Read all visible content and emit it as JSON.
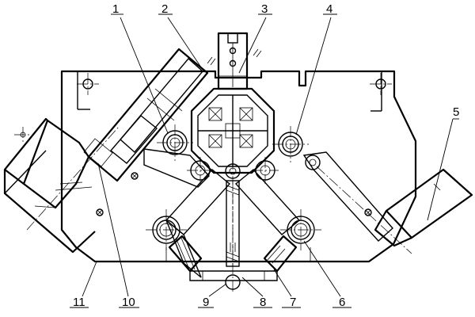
{
  "callouts": [
    {
      "id": "1",
      "text": "1"
    },
    {
      "id": "2",
      "text": "2"
    },
    {
      "id": "3",
      "text": "3"
    },
    {
      "id": "4",
      "text": "4"
    },
    {
      "id": "5",
      "text": "5"
    },
    {
      "id": "6",
      "text": "6"
    },
    {
      "id": "7",
      "text": "7"
    },
    {
      "id": "8",
      "text": "8"
    },
    {
      "id": "9",
      "text": "9"
    },
    {
      "id": "10",
      "text": "10"
    },
    {
      "id": "11",
      "text": "11"
    }
  ],
  "colors": {
    "line": "#000000",
    "background": "#ffffff"
  }
}
